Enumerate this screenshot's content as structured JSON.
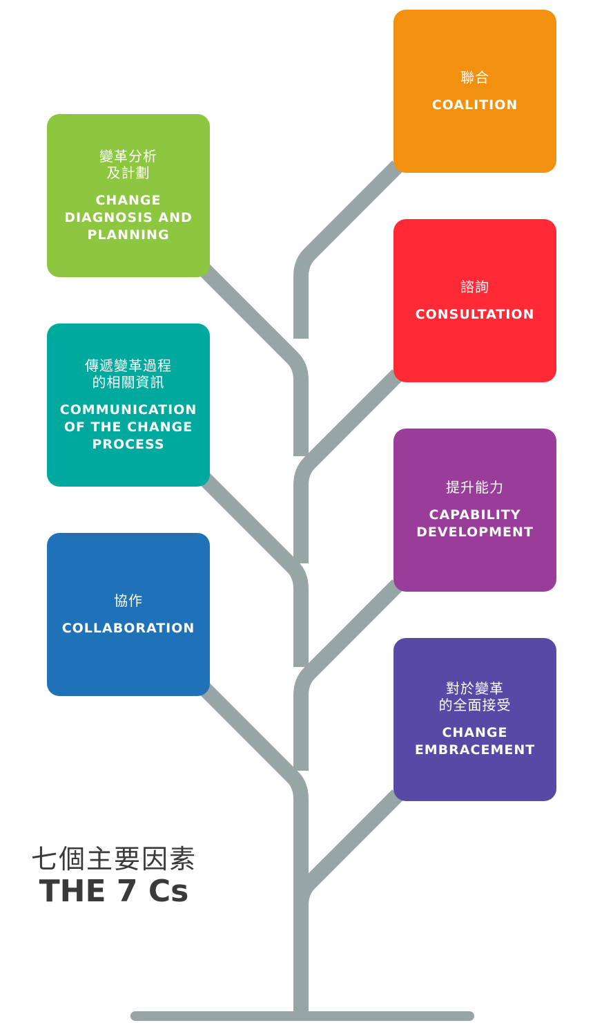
{
  "title": {
    "zh": "七個主要因素",
    "en": "THE 7 Cs"
  },
  "colors": {
    "trunk": "#97a6a5",
    "title": "#3a3a3a"
  },
  "boxes": [
    {
      "id": "change-diagnosis",
      "zh": "變革分析\n及計劃",
      "en": "CHANGE\nDIAGNOSIS AND\nPLANNING",
      "color": "#8dc63f"
    },
    {
      "id": "communication",
      "zh": "傳遞變革過程\n的相關資訊",
      "en": "COMMUNICATION\nOF THE CHANGE\nPROCESS",
      "color": "#00a99d"
    },
    {
      "id": "collaboration",
      "zh": "協作",
      "en": "COLLABORATION",
      "color": "#1f72b8"
    },
    {
      "id": "coalition",
      "zh": "聯合",
      "en": "COALITION",
      "color": "#f2900f"
    },
    {
      "id": "consultation",
      "zh": "諮詢",
      "en": "CONSULTATION",
      "color": "#ff2a35"
    },
    {
      "id": "capability",
      "zh": "提升能力",
      "en": "CAPABILITY\nDEVELOPMENT",
      "color": "#993c9a"
    },
    {
      "id": "change-embracement",
      "zh": "對於變革\n的全面接受",
      "en": "CHANGE\nEMBRACEMENT",
      "color": "#5849a6"
    }
  ]
}
